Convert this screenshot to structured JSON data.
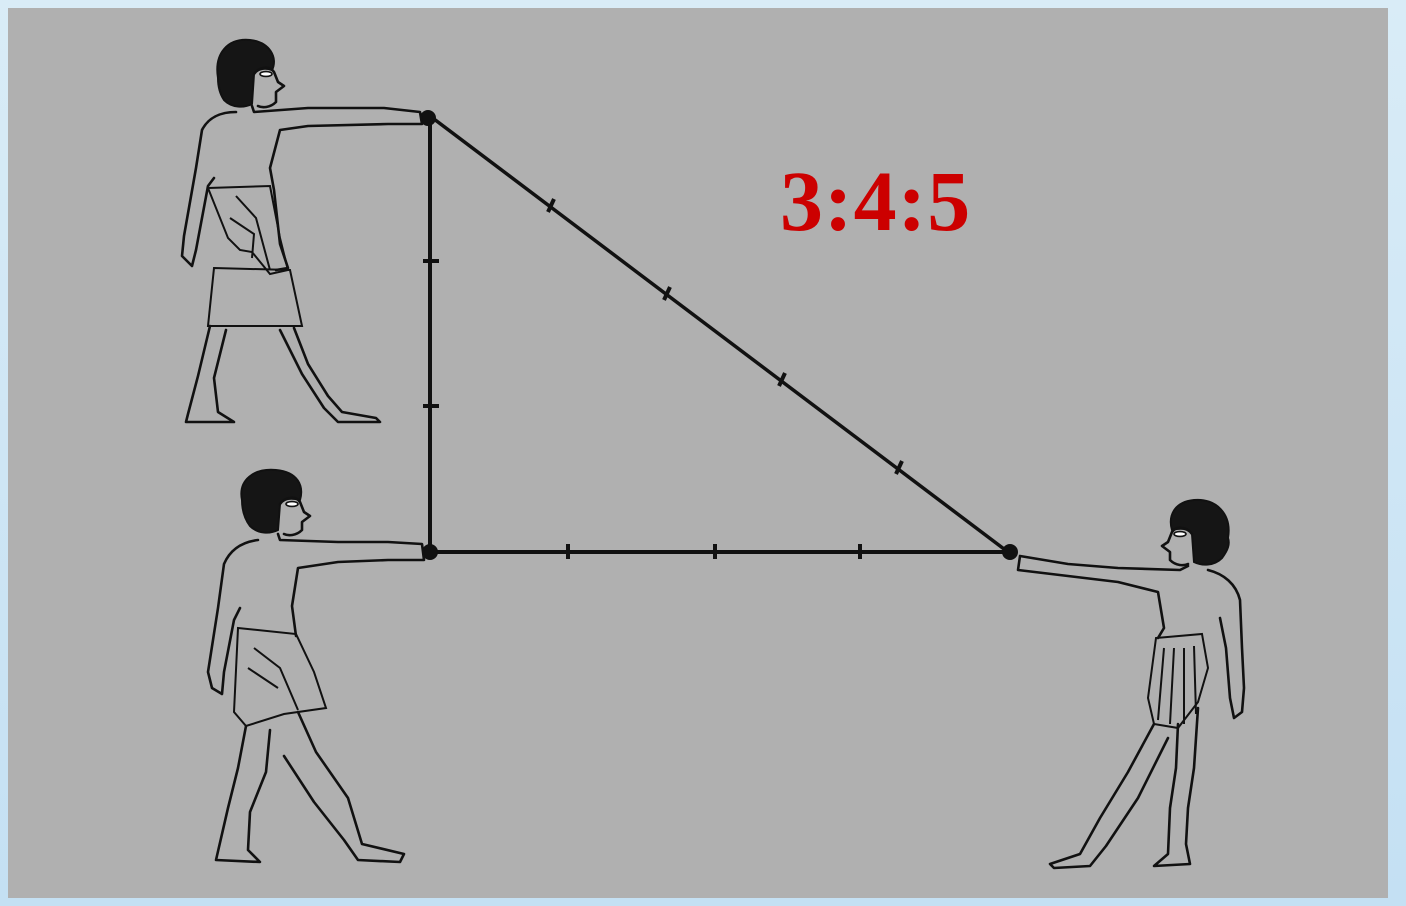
{
  "diagram": {
    "ratio_label": "3:4:5",
    "colors": {
      "background": "#b0b0b0",
      "outer_background": "#c9e3f4",
      "label": "#cc0000",
      "rope": "#111111"
    },
    "triangle": {
      "vertical_side_units": 3,
      "horizontal_side_units": 4,
      "hypotenuse_units": 5
    },
    "figures": [
      "egyptian-rope-stretcher",
      "egyptian-rope-stretcher",
      "egyptian-rope-stretcher"
    ]
  }
}
